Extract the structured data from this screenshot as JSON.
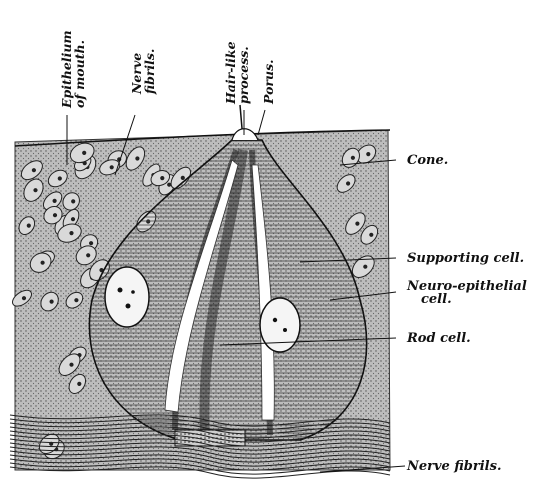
{
  "figure": {
    "top_labels": [
      {
        "id": "epithelium-of-mouth",
        "lines": [
          "Epithelium",
          "of mouth."
        ]
      },
      {
        "id": "nerve-fibrils-top",
        "lines": [
          "Nerve",
          "fibrils."
        ]
      },
      {
        "id": "hair-like-process",
        "lines": [
          "Hair-like",
          "process."
        ]
      },
      {
        "id": "porus",
        "lines": [
          "Porus."
        ]
      }
    ],
    "right_labels": [
      {
        "id": "cone",
        "lines": [
          "Cone."
        ]
      },
      {
        "id": "supporting-cell",
        "lines": [
          "Supporting cell."
        ]
      },
      {
        "id": "neuro-epithelial-cell",
        "lines": [
          "Neuro-epithelial",
          "cell."
        ]
      },
      {
        "id": "rod-cell",
        "lines": [
          "Rod cell."
        ]
      },
      {
        "id": "nerve-fibrils-bottom",
        "lines": [
          "Nerve fibrils."
        ]
      }
    ]
  }
}
